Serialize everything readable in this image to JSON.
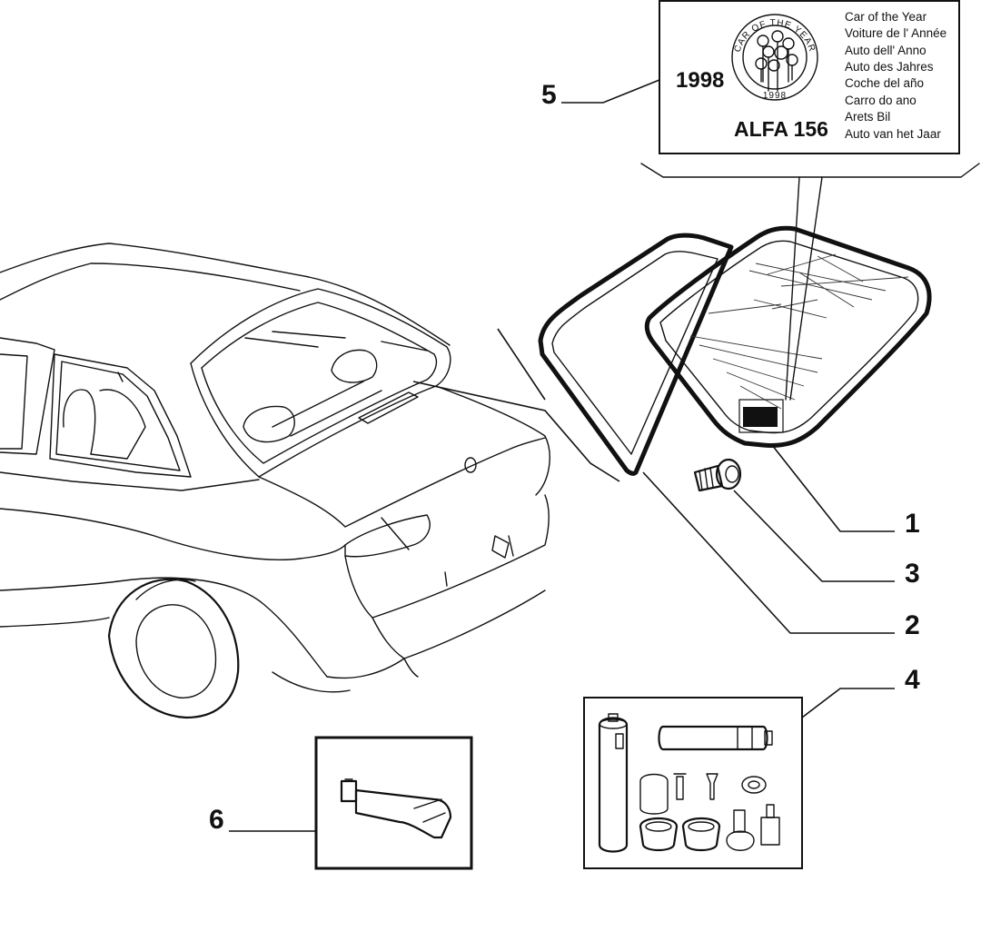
{
  "callouts": {
    "c1": "1",
    "c2": "2",
    "c3": "3",
    "c4": "4",
    "c5": "5",
    "c6": "6"
  },
  "label": {
    "year": "1998",
    "model": "ALFA 156",
    "seal_arc": "CAR OF THE YEAR",
    "seal_year": "1998",
    "lines": [
      "Car of the Year",
      "Voiture de l' Année",
      "Auto dell' Anno",
      "Auto des Jahres",
      "Coche del año",
      "Carro do ano",
      "Arets Bil",
      "Auto van het Jaar"
    ]
  }
}
